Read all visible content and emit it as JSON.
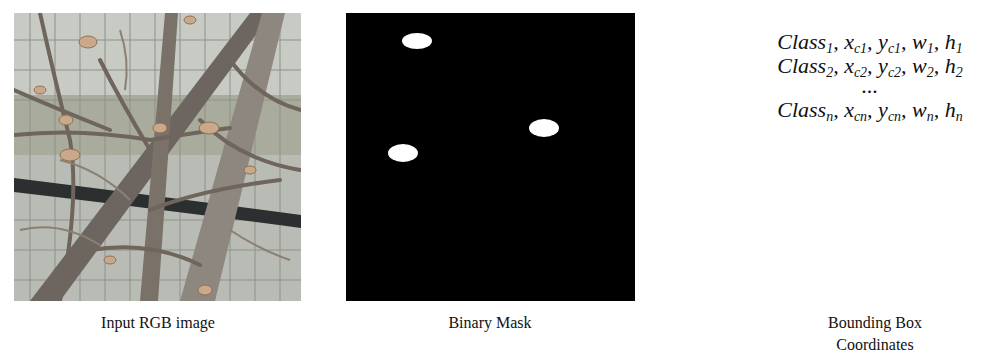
{
  "diagram": {
    "labels": [
      "Input RGB image",
      "Binary Mask",
      "Bounding Box Coordinates",
      "Class1, xc1, yc1, w1, h1",
      "Class2, xc2, yc2, w2, h2",
      "...",
      "Classn, xcn, ycn, wn, hn"
    ]
  }
}
